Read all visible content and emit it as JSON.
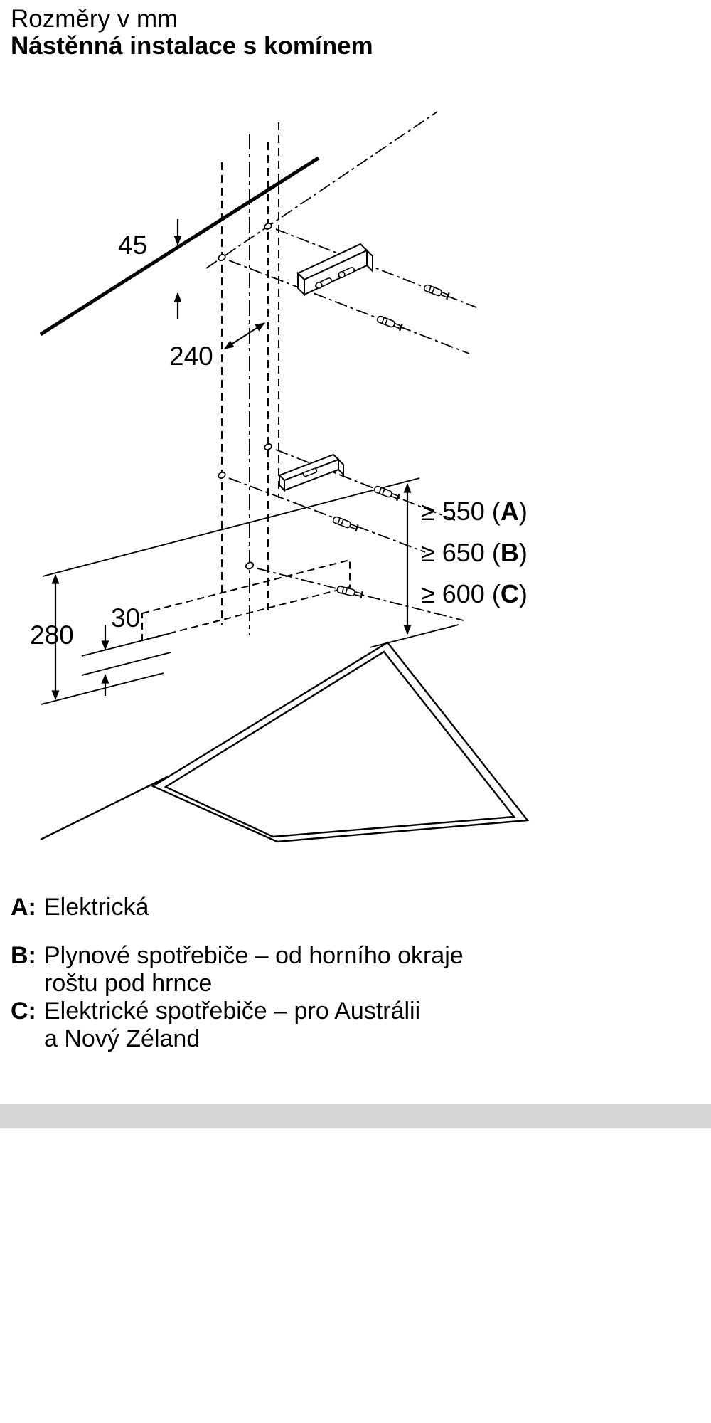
{
  "header": {
    "title": "Rozměry v mm",
    "subtitle": "Nástěnná instalace s komínem"
  },
  "diagram": {
    "labels": {
      "dim_45": "45",
      "dim_240": "240",
      "dim_280": "280",
      "dim_30": "30"
    },
    "height_dims": [
      {
        "pre": "≥ 550 (",
        "key": "A",
        "post": ")"
      },
      {
        "pre": "≥ 650 (",
        "key": "B",
        "post": ")"
      },
      {
        "pre": "≥ 600 (",
        "key": "C",
        "post": ")"
      }
    ],
    "icons": {
      "ceiling_line": "ceiling-line",
      "mounting_bracket": "mounting-bracket-icon",
      "wall_anchor": "wall-anchor-screw-icon",
      "hob_outline": "hob-surface-outline"
    },
    "colors": {
      "line": "#000000",
      "background": "#ffffff"
    }
  },
  "legend": {
    "rows": [
      {
        "key": "A:",
        "lines": [
          "Elektrická"
        ]
      },
      {
        "key": "B:",
        "lines": [
          "Plynové spotřebiče – od horního okraje",
          "roštu pod hrnce"
        ]
      },
      {
        "key": "C:",
        "lines": [
          "Elektrické spotřebiče – pro Austrálii",
          "a Nový Zéland"
        ]
      }
    ]
  },
  "footer": {
    "bar_color": "#d6d6d6"
  }
}
